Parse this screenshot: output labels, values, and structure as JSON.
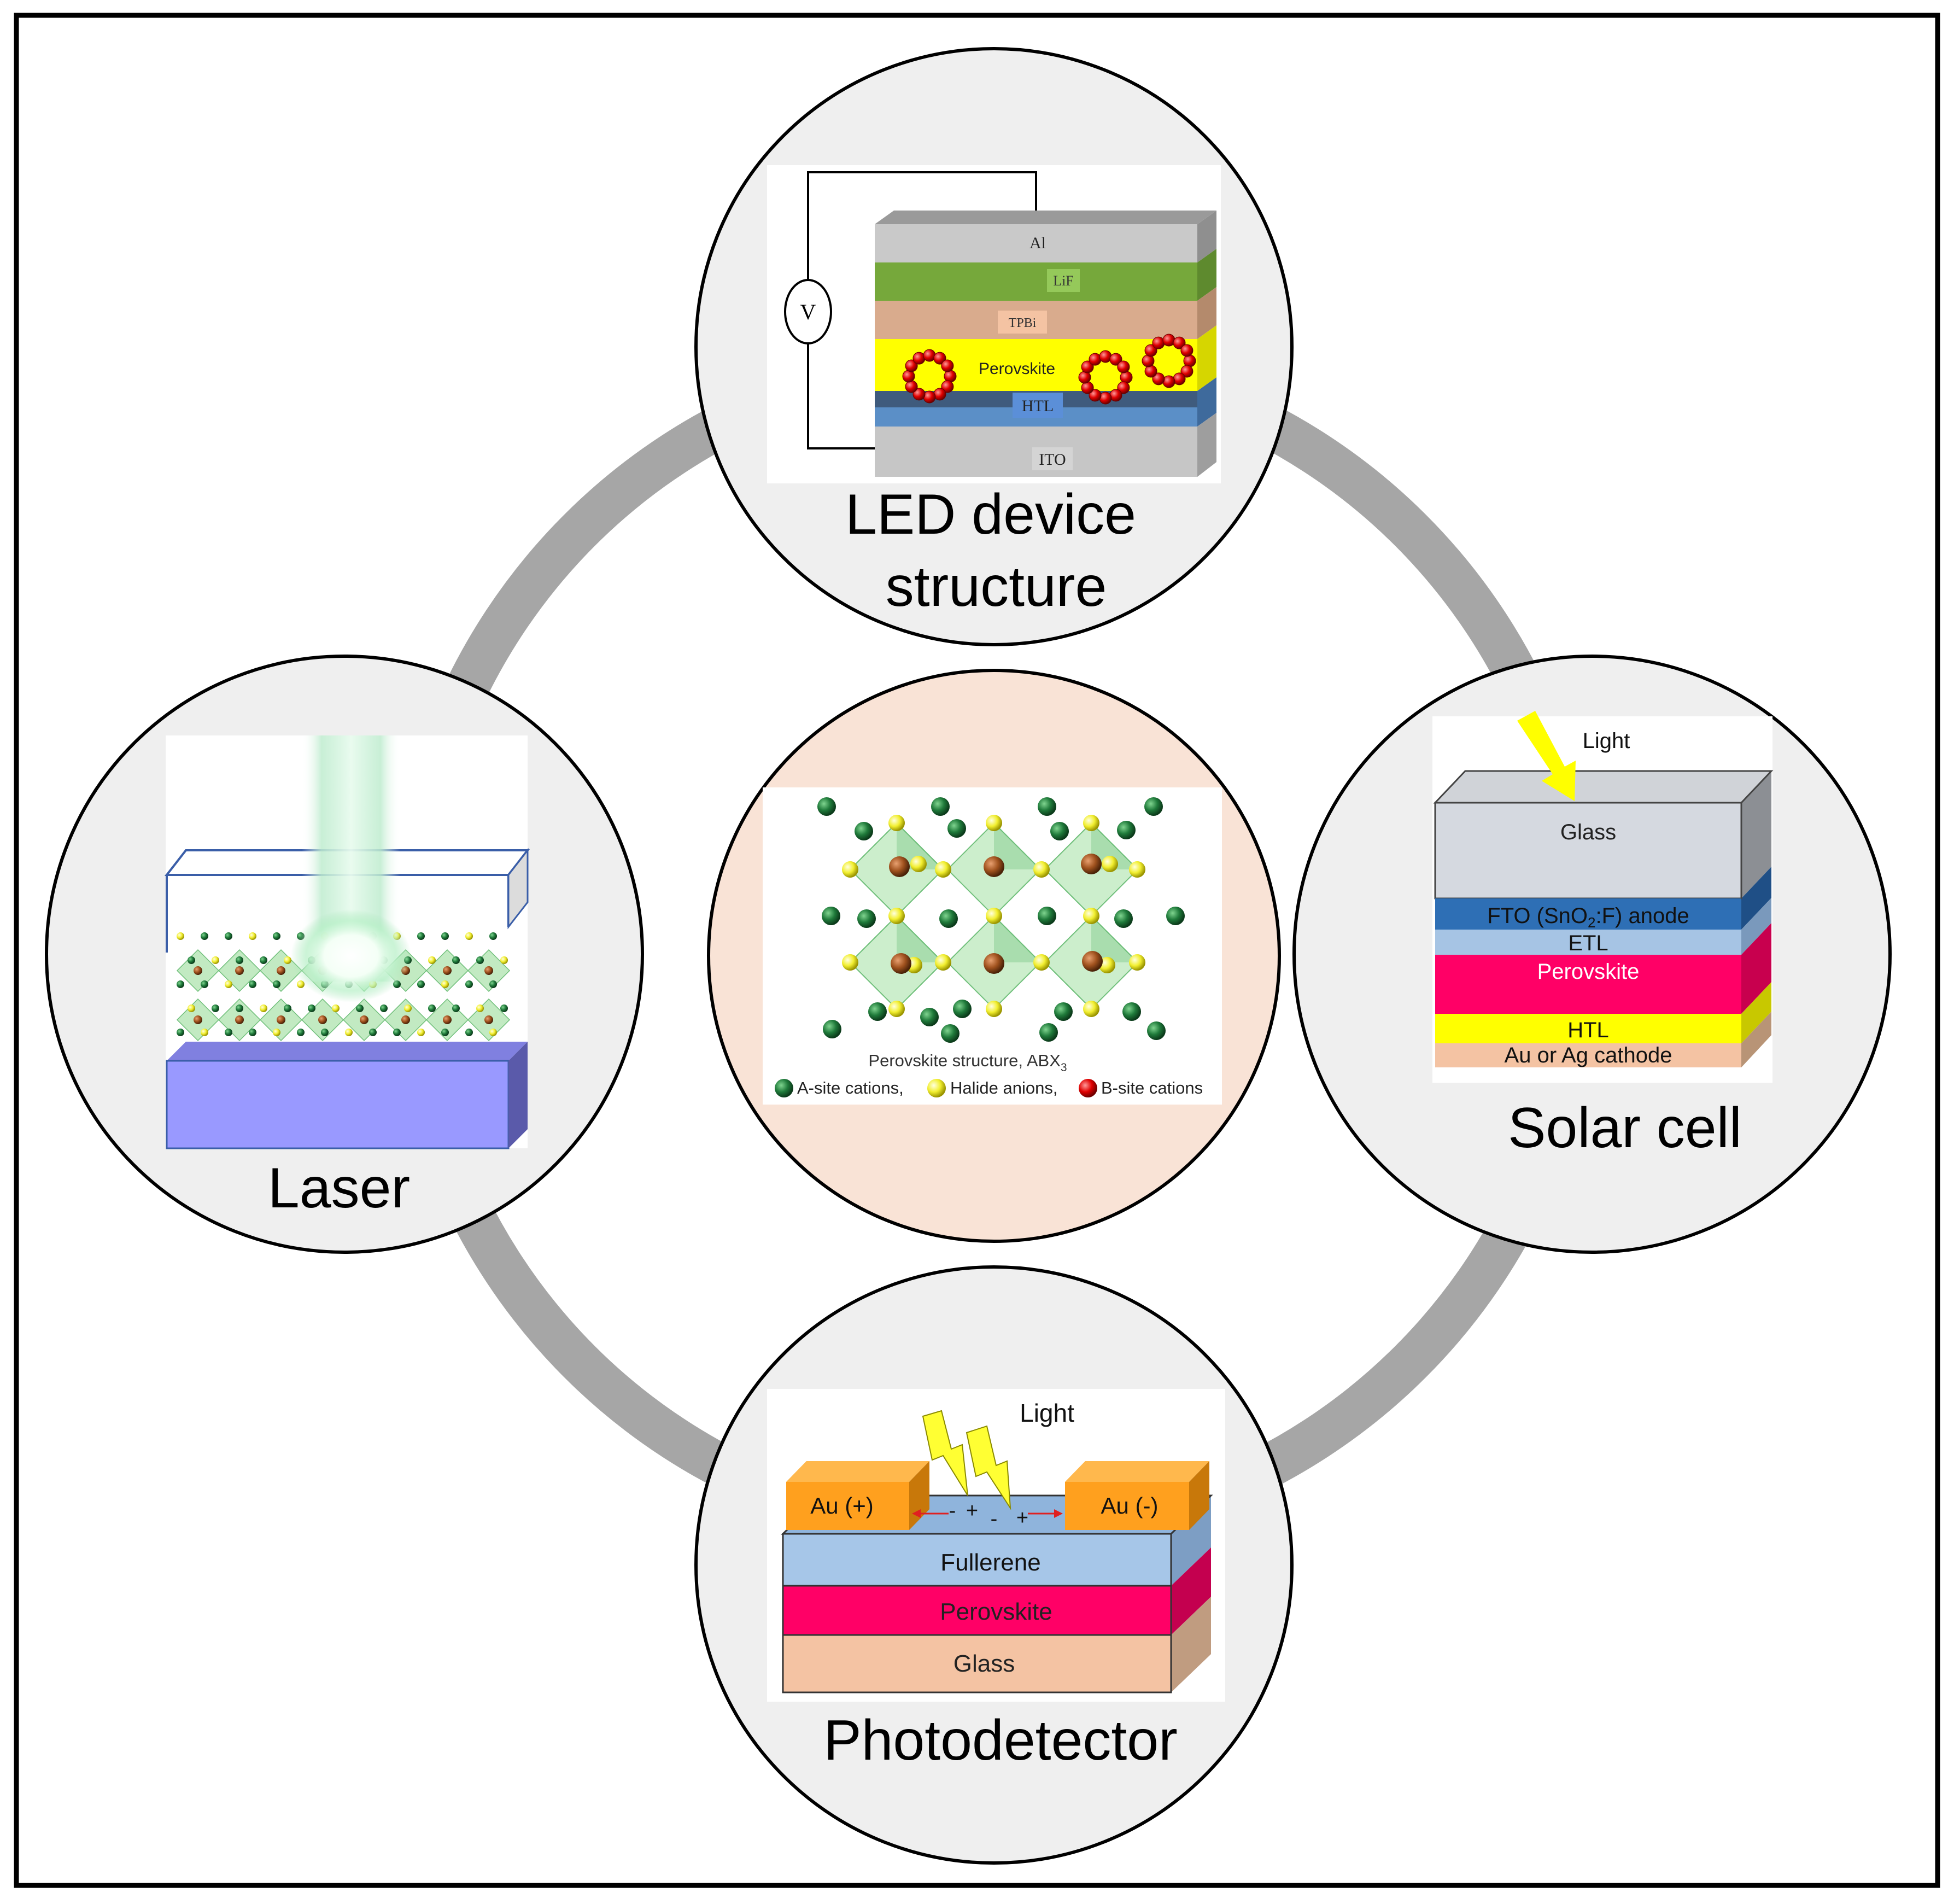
{
  "colors": {
    "ring": "#a6a6a6",
    "circle_fill": "#efefef",
    "center_fill": "#f9e3d6",
    "frame": "#000000",
    "perovskite_pink": "#ff0066",
    "htl_yellow": "#ffff00",
    "gold": "#ffa01e",
    "green_sphere": "#1f7a3a",
    "yellow_sphere": "#f2ef30",
    "brown_sphere": "#a0521e",
    "red_sphere": "#e00000"
  },
  "center": {
    "caption_prefix": "Perovskite structure, ABX",
    "caption_sub": "3",
    "legend": [
      "A-site cations,",
      "Halide anions,",
      "B-site cations"
    ]
  },
  "led": {
    "title_line1": "LED device",
    "title_line2": "structure",
    "voltmeter": "V",
    "layers": [
      "Al",
      "LiF",
      "TPBi",
      "Perovskite",
      "HTL",
      "ITO"
    ]
  },
  "solar": {
    "title": "Solar cell",
    "light": "Light",
    "layers": {
      "glass": "Glass",
      "fto_a": "FTO (SnO",
      "fto_sub": "2",
      "fto_b": ":F) anode",
      "etl": "ETL",
      "perovskite": "Perovskite",
      "htl": "HTL",
      "cathode": "Au or Ag cathode"
    }
  },
  "laser": {
    "title": "Laser"
  },
  "photodetector": {
    "title": "Photodetector",
    "light": "Light",
    "electrode_left": "Au (+)",
    "electrode_right": "Au (-)",
    "charges": [
      "-",
      "+",
      "-",
      "+"
    ],
    "layers": [
      "Fullerene",
      "Perovskite",
      "Glass"
    ]
  }
}
